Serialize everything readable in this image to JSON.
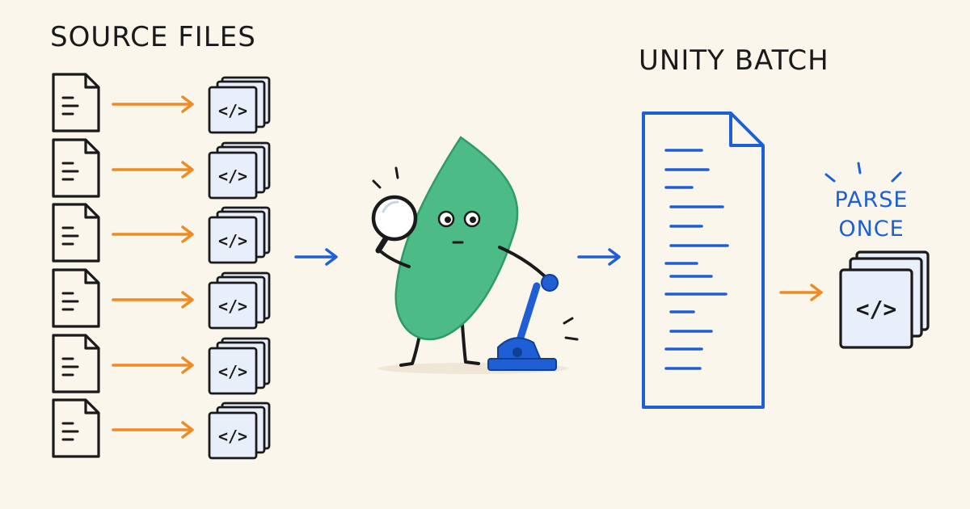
{
  "labels": {
    "source_files": "SOURCE FILES",
    "unity_batch": "UNITY BATCH",
    "parse_once_line1": "PARSE",
    "parse_once_line2": "ONCE"
  },
  "code_glyph": "</>",
  "source_file_count": 6,
  "colors": {
    "background": "#fbf6ec",
    "ink": "#1a1a1a",
    "orange_arrow": "#ef8a24",
    "blue_accent": "#1e5fd6",
    "mascot_green": "#4dbb86",
    "code_card_fill": "#e9effa"
  },
  "icons": [
    "document-icon",
    "code-stack-icon",
    "magnifier-icon",
    "lever-icon",
    "mascot-icon"
  ]
}
